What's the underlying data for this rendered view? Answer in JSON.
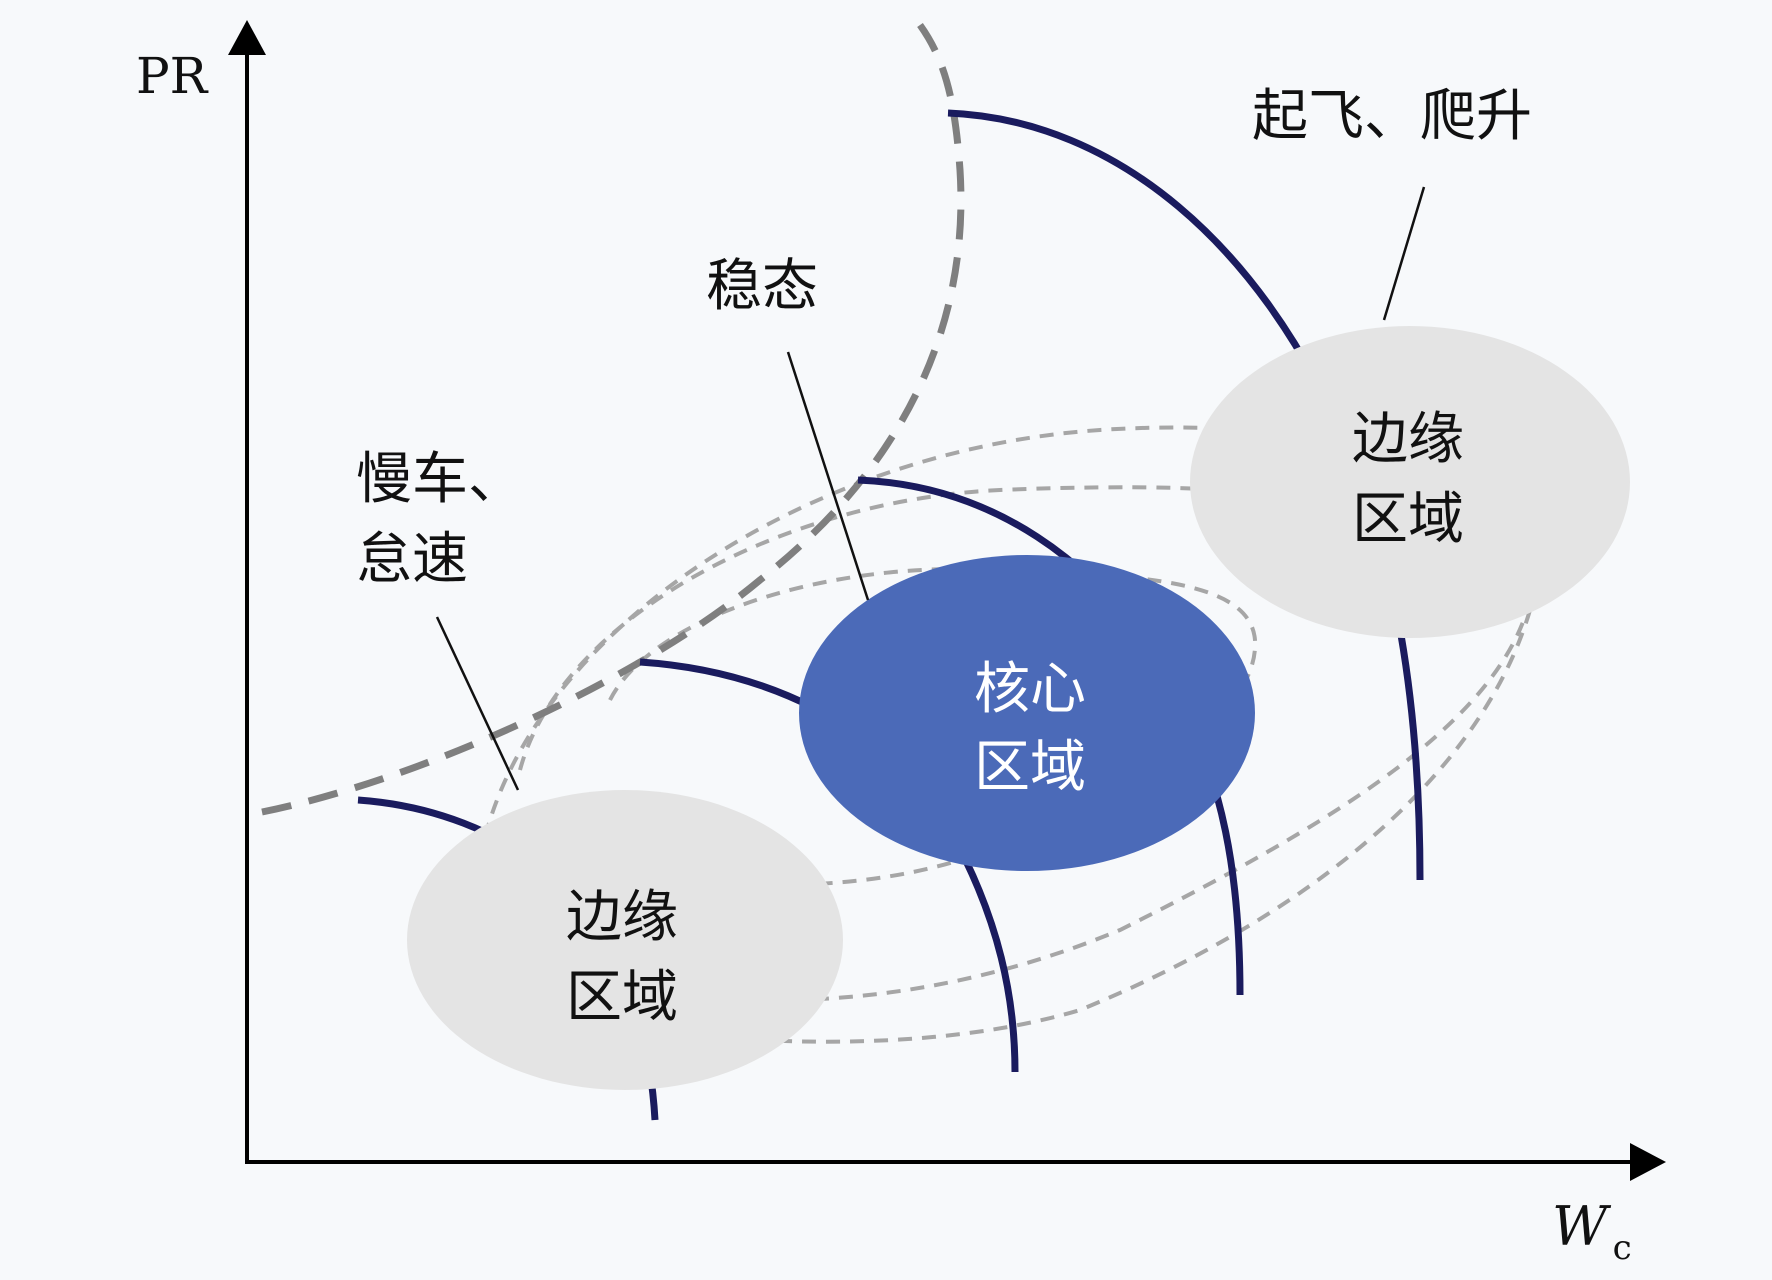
{
  "diagram": {
    "y_axis_label": "PR",
    "x_axis_label_main": "W",
    "x_axis_label_sub": "c",
    "regions": {
      "core": {
        "line1": "核心",
        "line2": "区域",
        "fill": "#4b6ab8",
        "text_color": "#ffffff"
      },
      "edge_low": {
        "line1": "边缘",
        "line2": "区域",
        "fill": "#e4e4e4"
      },
      "edge_high": {
        "line1": "边缘",
        "line2": "区域",
        "fill": "#e4e4e4"
      }
    },
    "annotations": {
      "idle": {
        "line1": "慢车、",
        "line2": "怠速"
      },
      "steady": {
        "text": "稳态"
      },
      "takeoff": {
        "text": "起飞、爬升"
      }
    },
    "colors": {
      "speed_lines": "#1a1b5e",
      "surge_line": "#7f7f7f",
      "efficiency_contours": "#a6a6a6",
      "axes": "#000000",
      "background": "#f7f9fb"
    }
  }
}
